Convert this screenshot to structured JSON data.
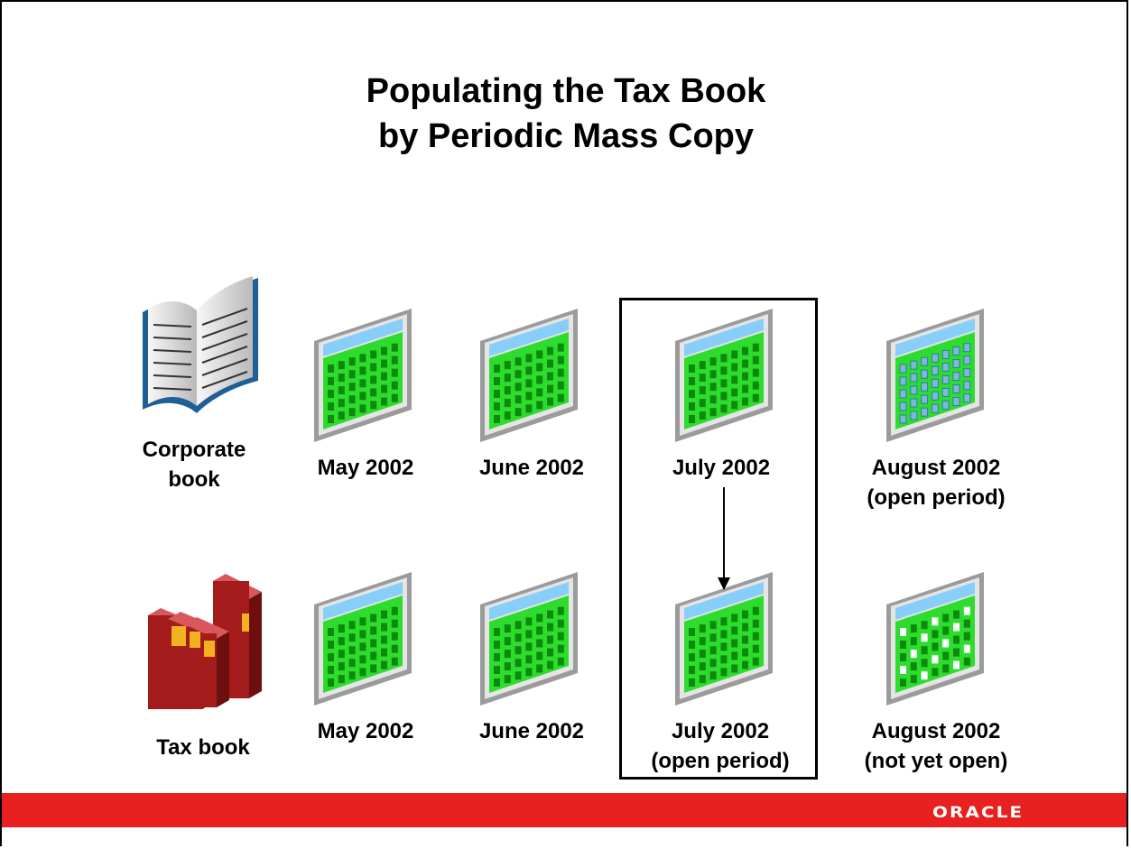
{
  "title": {
    "line1": "Populating the Tax Book",
    "line2": "by Periodic Mass Copy"
  },
  "rows": {
    "corporate": {
      "book_label_line1": "Corporate",
      "book_label_line2": "book",
      "book_icon": "open-book-icon",
      "periods": [
        {
          "line1": "May 2002",
          "line2": "",
          "calendar_state": "closed"
        },
        {
          "line1": "June 2002",
          "line2": "",
          "calendar_state": "closed"
        },
        {
          "line1": "July 2002",
          "line2": "",
          "calendar_state": "closed"
        },
        {
          "line1": "August 2002",
          "line2": "(open period)",
          "calendar_state": "open"
        }
      ]
    },
    "tax": {
      "book_label_line1": "Tax book",
      "book_icon": "books-stack-icon",
      "periods": [
        {
          "line1": "May 2002",
          "line2": "",
          "calendar_state": "closed"
        },
        {
          "line1": "June 2002",
          "line2": "",
          "calendar_state": "closed"
        },
        {
          "line1": "July 2002",
          "line2": "(open period)",
          "calendar_state": "closed"
        },
        {
          "line1": "August 2002",
          "line2": "(not yet open)",
          "calendar_state": "not-yet-open"
        }
      ]
    }
  },
  "footer": {
    "brand": "ORACLE",
    "color": "#e8201f"
  },
  "colors": {
    "calendar_header": "#87cefa",
    "calendar_body": "#2edc2e",
    "calendar_cell": "#0b8a0b"
  }
}
